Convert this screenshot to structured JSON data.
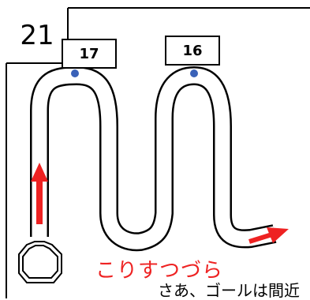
{
  "problem_number": "21",
  "station_labels": [
    {
      "name": "station-17",
      "text": "17"
    },
    {
      "name": "station-16",
      "text": "16"
    }
  ],
  "course_name": "こりすつづら",
  "caption": "さあ、ゴールは間近",
  "colors": {
    "arrow": "#ee2222",
    "course_name": "#ee2222",
    "marker": "#3a62b8",
    "line": "#000000"
  },
  "icons": [
    "start-octagon-icon",
    "up-arrow-icon",
    "goal-arrow-icon",
    "marker-dot-icon"
  ]
}
